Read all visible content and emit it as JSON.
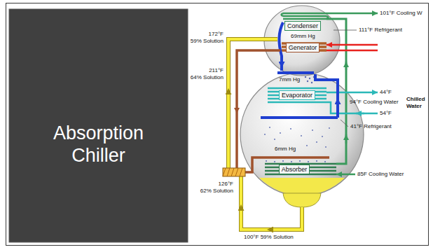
{
  "diagram": {
    "title": "Absorption Chiller",
    "nodes": [
      {
        "text": [
          "Condenser"
        ]
      },
      {
        "text": [
          "Generator"
        ]
      },
      {
        "text": [
          "Evaporator"
        ]
      },
      {
        "text": [
          "Absorber"
        ]
      }
    ],
    "labels": [
      "101°F Cooling W",
      "111°F Refrigerant",
      "69mm Hg",
      "172°F 59% Solution",
      "211°F 64% Solution",
      "7mm Hg",
      "94°F Cooling Water",
      "44°F",
      "Chilled Water",
      "54°F",
      "41°F Refrigerant",
      "126°F 62% Solution",
      "6mm Hg",
      "85F Cooling Water",
      "100°F 59% Solution"
    ]
  }
}
